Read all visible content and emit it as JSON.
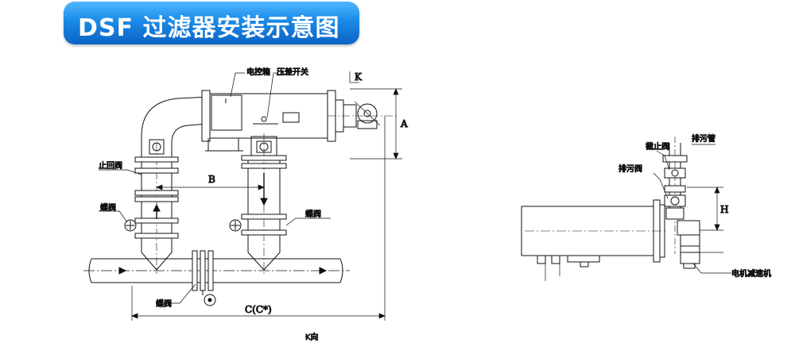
{
  "title": "DSF 过滤器安装示意图",
  "labels": {
    "control_box": "电控箱",
    "pressure_switch": "压差开关",
    "check_valve": "止回阀",
    "butterfly_left": "蝶阀",
    "butterfly_right": "蝶阀",
    "butterfly_bottom": "蝶阀",
    "dim_a": "A",
    "dim_b": "B",
    "dim_c": "C(C*)",
    "k_mark": "K",
    "k_view": "K向",
    "stop_valve": "截止阀",
    "drain_pipe": "排污管",
    "drain_valve": "排污阀",
    "dim_h": "H",
    "motor_reducer": "电机减速机"
  }
}
